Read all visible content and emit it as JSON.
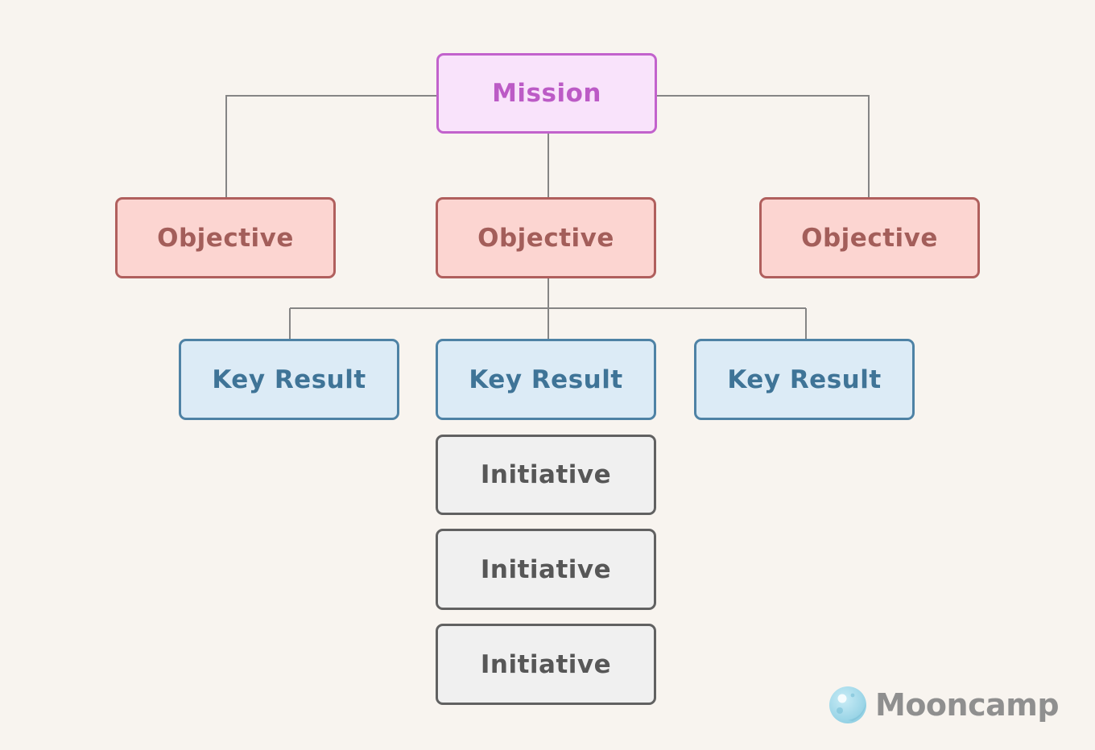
{
  "diagram": {
    "mission": {
      "label": "Mission"
    },
    "objectives": [
      {
        "label": "Objective"
      },
      {
        "label": "Objective"
      },
      {
        "label": "Objective"
      }
    ],
    "key_results": [
      {
        "label": "Key Result"
      },
      {
        "label": "Key Result"
      },
      {
        "label": "Key Result"
      }
    ],
    "initiatives": [
      {
        "label": "Initiative"
      },
      {
        "label": "Initiative"
      },
      {
        "label": "Initiative"
      }
    ]
  },
  "brand": {
    "name": "Mooncamp",
    "logo_icon": "moon-icon"
  },
  "colors": {
    "background": "#f8f4ef",
    "mission": "#c262cc",
    "objective": "#b05f5d",
    "key_result": "#4e82a5",
    "initiative": "#616161",
    "connector": "#858585",
    "brand_text": "#8f8f8f",
    "brand_logo": "#a8d8ea"
  }
}
